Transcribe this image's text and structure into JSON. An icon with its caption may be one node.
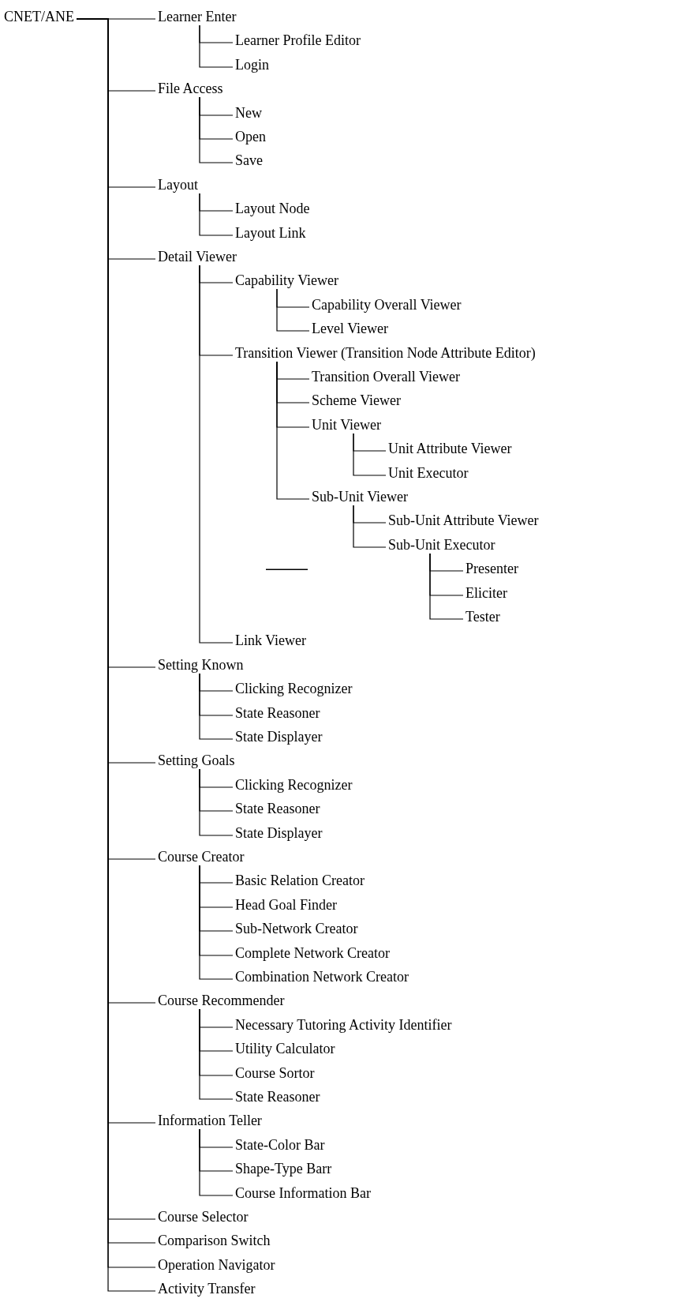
{
  "diagram": {
    "nodes": [
      {
        "text": [
          "CNET/ANE"
        ]
      },
      {
        "text": [
          "Learner Enter"
        ]
      },
      {
        "text": [
          "Learner Profile Editor"
        ]
      },
      {
        "text": [
          "Login"
        ]
      },
      {
        "text": [
          "File Access"
        ]
      },
      {
        "text": [
          "New"
        ]
      },
      {
        "text": [
          "Open"
        ]
      },
      {
        "text": [
          "Save"
        ]
      },
      {
        "text": [
          "Layout"
        ]
      },
      {
        "text": [
          "Layout Node"
        ]
      },
      {
        "text": [
          "Layout Link"
        ]
      },
      {
        "text": [
          "Detail Viewer"
        ]
      },
      {
        "text": [
          "Capability Viewer"
        ]
      },
      {
        "text": [
          "Capability Overall Viewer"
        ]
      },
      {
        "text": [
          "Level Viewer"
        ]
      },
      {
        "text": [
          "Transition Viewer (Transition Node Attribute Editor)"
        ]
      },
      {
        "text": [
          "Transition Overall Viewer"
        ]
      },
      {
        "text": [
          "Scheme Viewer"
        ]
      },
      {
        "text": [
          "Unit Viewer"
        ]
      },
      {
        "text": [
          "Unit Attribute Viewer"
        ]
      },
      {
        "text": [
          "Unit Executor"
        ]
      },
      {
        "text": [
          "Sub-Unit Viewer"
        ]
      },
      {
        "text": [
          "Sub-Unit Attribute Viewer"
        ]
      },
      {
        "text": [
          "Sub-Unit Executor"
        ]
      },
      {
        "text": [
          "Presenter"
        ]
      },
      {
        "text": [
          "Eliciter"
        ]
      },
      {
        "text": [
          "Tester"
        ]
      },
      {
        "text": [
          "Link Viewer"
        ]
      },
      {
        "text": [
          "Setting Known"
        ]
      },
      {
        "text": [
          "Clicking Recognizer"
        ]
      },
      {
        "text": [
          "State Reasoner"
        ]
      },
      {
        "text": [
          "State Displayer"
        ]
      },
      {
        "text": [
          "Setting Goals"
        ]
      },
      {
        "text": [
          "Clicking Recognizer"
        ]
      },
      {
        "text": [
          "State Reasoner"
        ]
      },
      {
        "text": [
          "State Displayer"
        ]
      },
      {
        "text": [
          "Course Creator"
        ]
      },
      {
        "text": [
          "Basic Relation Creator"
        ]
      },
      {
        "text": [
          "Head Goal Finder"
        ]
      },
      {
        "text": [
          "Sub-Network Creator"
        ]
      },
      {
        "text": [
          "Complete Network Creator"
        ]
      },
      {
        "text": [
          "Combination Network Creator"
        ]
      },
      {
        "text": [
          "Course Recommender"
        ]
      },
      {
        "text": [
          "Necessary Tutoring Activity Identifier"
        ]
      },
      {
        "text": [
          "Utility Calculator"
        ]
      },
      {
        "text": [
          "Course Sortor"
        ]
      },
      {
        "text": [
          "State Reasoner"
        ]
      },
      {
        "text": [
          "Information Teller"
        ]
      },
      {
        "text": [
          "State-Color Bar"
        ]
      },
      {
        "text": [
          "Shape-Type Barr"
        ]
      },
      {
        "text": [
          "Course Information Bar"
        ]
      },
      {
        "text": [
          "Course Selector"
        ]
      },
      {
        "text": [
          "Comparison Switch"
        ]
      },
      {
        "text": [
          "Operation Navigator"
        ]
      },
      {
        "text": [
          "Activity Transfer"
        ]
      }
    ],
    "edges": [
      {
        "from": 0,
        "to": 1,
        "arrow": "none"
      },
      {
        "from": 1,
        "to": 2,
        "arrow": "none"
      },
      {
        "from": 1,
        "to": 3,
        "arrow": "none"
      },
      {
        "from": 0,
        "to": 4,
        "arrow": "none"
      },
      {
        "from": 4,
        "to": 5,
        "arrow": "none"
      },
      {
        "from": 4,
        "to": 6,
        "arrow": "none"
      },
      {
        "from": 4,
        "to": 7,
        "arrow": "none"
      },
      {
        "from": 0,
        "to": 8,
        "arrow": "none"
      },
      {
        "from": 8,
        "to": 9,
        "arrow": "none"
      },
      {
        "from": 8,
        "to": 10,
        "arrow": "none"
      },
      {
        "from": 0,
        "to": 11,
        "arrow": "none"
      },
      {
        "from": 11,
        "to": 12,
        "arrow": "none"
      },
      {
        "from": 12,
        "to": 13,
        "arrow": "none"
      },
      {
        "from": 12,
        "to": 14,
        "arrow": "none"
      },
      {
        "from": 11,
        "to": 15,
        "arrow": "none"
      },
      {
        "from": 15,
        "to": 16,
        "arrow": "none"
      },
      {
        "from": 15,
        "to": 17,
        "arrow": "none"
      },
      {
        "from": 15,
        "to": 18,
        "arrow": "none"
      },
      {
        "from": 18,
        "to": 19,
        "arrow": "none"
      },
      {
        "from": 18,
        "to": 20,
        "arrow": "none"
      },
      {
        "from": 15,
        "to": 21,
        "arrow": "none"
      },
      {
        "from": 21,
        "to": 22,
        "arrow": "none"
      },
      {
        "from": 21,
        "to": 23,
        "arrow": "none"
      },
      {
        "from": 23,
        "to": 24,
        "arrow": "none"
      },
      {
        "from": 23,
        "to": 25,
        "arrow": "none"
      },
      {
        "from": 23,
        "to": 26,
        "arrow": "none"
      },
      {
        "from": 11,
        "to": 27,
        "arrow": "none"
      },
      {
        "from": 0,
        "to": 28,
        "arrow": "none"
      },
      {
        "from": 28,
        "to": 29,
        "arrow": "none"
      },
      {
        "from": 28,
        "to": 30,
        "arrow": "none"
      },
      {
        "from": 28,
        "to": 31,
        "arrow": "none"
      },
      {
        "from": 0,
        "to": 32,
        "arrow": "none"
      },
      {
        "from": 32,
        "to": 33,
        "arrow": "none"
      },
      {
        "from": 32,
        "to": 34,
        "arrow": "none"
      },
      {
        "from": 32,
        "to": 35,
        "arrow": "none"
      },
      {
        "from": 0,
        "to": 36,
        "arrow": "none"
      },
      {
        "from": 36,
        "to": 37,
        "arrow": "none"
      },
      {
        "from": 36,
        "to": 38,
        "arrow": "none"
      },
      {
        "from": 36,
        "to": 39,
        "arrow": "none"
      },
      {
        "from": 36,
        "to": 40,
        "arrow": "none"
      },
      {
        "from": 36,
        "to": 41,
        "arrow": "none"
      },
      {
        "from": 0,
        "to": 42,
        "arrow": "none"
      },
      {
        "from": 42,
        "to": 43,
        "arrow": "none"
      },
      {
        "from": 42,
        "to": 44,
        "arrow": "none"
      },
      {
        "from": 42,
        "to": 45,
        "arrow": "none"
      },
      {
        "from": 42,
        "to": 46,
        "arrow": "none"
      },
      {
        "from": 0,
        "to": 47,
        "arrow": "none"
      },
      {
        "from": 47,
        "to": 48,
        "arrow": "none"
      },
      {
        "from": 47,
        "to": 49,
        "arrow": "none"
      },
      {
        "from": 47,
        "to": 50,
        "arrow": "none"
      },
      {
        "from": 0,
        "to": 51,
        "arrow": "none"
      },
      {
        "from": 0,
        "to": 52,
        "arrow": "none"
      },
      {
        "from": 0,
        "to": 53,
        "arrow": "none"
      },
      {
        "from": 0,
        "to": 54,
        "arrow": "none"
      }
    ]
  }
}
